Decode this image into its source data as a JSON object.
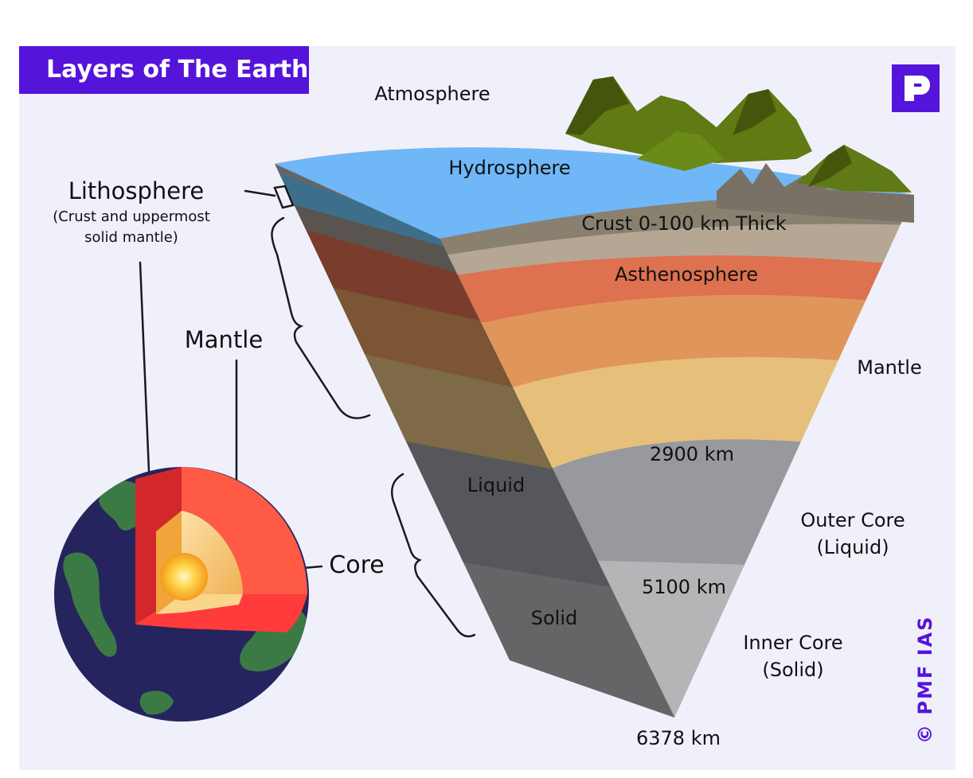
{
  "title": "Layers of The Earth",
  "logo": {
    "icon": "pmf-logo-icon",
    "color": "#5514d9"
  },
  "labels": {
    "atmosphere": "Atmosphere",
    "hydrosphere": "Hydrosphere",
    "crust": "Crust 0-100 km Thick",
    "asthenosphere": "Asthenosphere",
    "mantle_right": "Mantle",
    "depth_2900": "2900 km",
    "liquid": "Liquid",
    "outer_core_line1": "Outer Core",
    "outer_core_line2": "(Liquid)",
    "depth_5100": "5100 km",
    "solid": "Solid",
    "inner_core_line1": "Inner Core",
    "inner_core_line2": "(Solid)",
    "depth_6378": "6378 km",
    "lithosphere": "Lithosphere",
    "lithosphere_note_line1": "(Crust and uppermost",
    "lithosphere_note_line2": "solid mantle)",
    "mantle_left": "Mantle",
    "core": "Core"
  },
  "copyright": "© PMF IAS",
  "colors": {
    "brand": "#5514d9",
    "hydrosphere": "#6fb7f7",
    "asthenosphere": "#dd7150",
    "mantle_upper": "#e0965a",
    "mantle_lower": "#e6c07a",
    "outer_core": "#97999c",
    "inner_core": "#b3b5b7",
    "globe_ocean": "#25245e",
    "globe_land": "#3c7a45"
  }
}
